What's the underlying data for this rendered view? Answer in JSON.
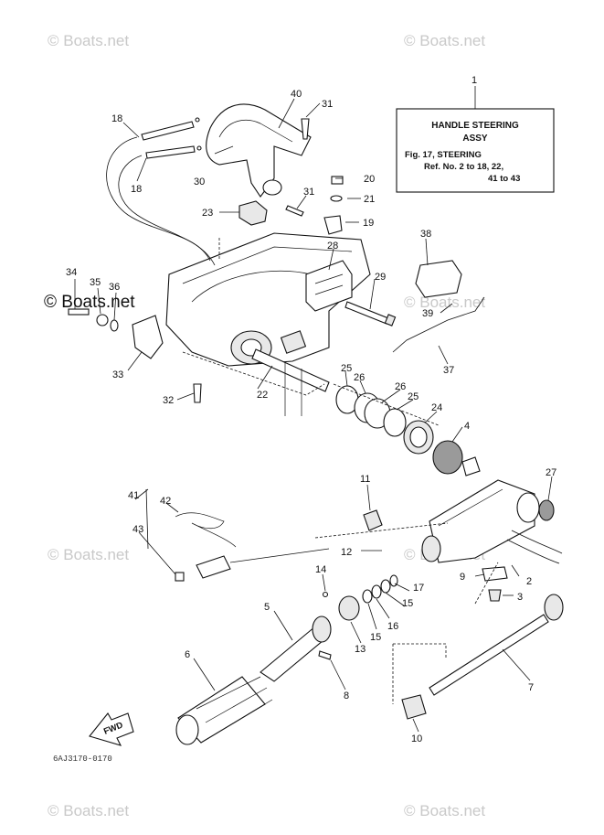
{
  "watermark": "© Boats.net",
  "info_box": {
    "ref_number": "1",
    "title_line1": "HANDLE STEERING",
    "title_line2": "ASSY",
    "fig_line": "Fig. 17, STEERING",
    "ref_line1": "Ref. No. 2 to 18, 22,",
    "ref_line2": "41 to 43"
  },
  "fwd_label": "FWD",
  "drawing_code": "6AJ3170-0170",
  "callouts": [
    "1",
    "2",
    "3",
    "4",
    "5",
    "6",
    "7",
    "8",
    "9",
    "10",
    "11",
    "12",
    "13",
    "14",
    "15",
    "15",
    "16",
    "17",
    "18",
    "18",
    "19",
    "20",
    "21",
    "22",
    "23",
    "24",
    "25",
    "25",
    "26",
    "26",
    "27",
    "28",
    "29",
    "30",
    "31",
    "31",
    "32",
    "33",
    "34",
    "35",
    "36",
    "37",
    "38",
    "39",
    "40",
    "41",
    "42",
    "43"
  ]
}
